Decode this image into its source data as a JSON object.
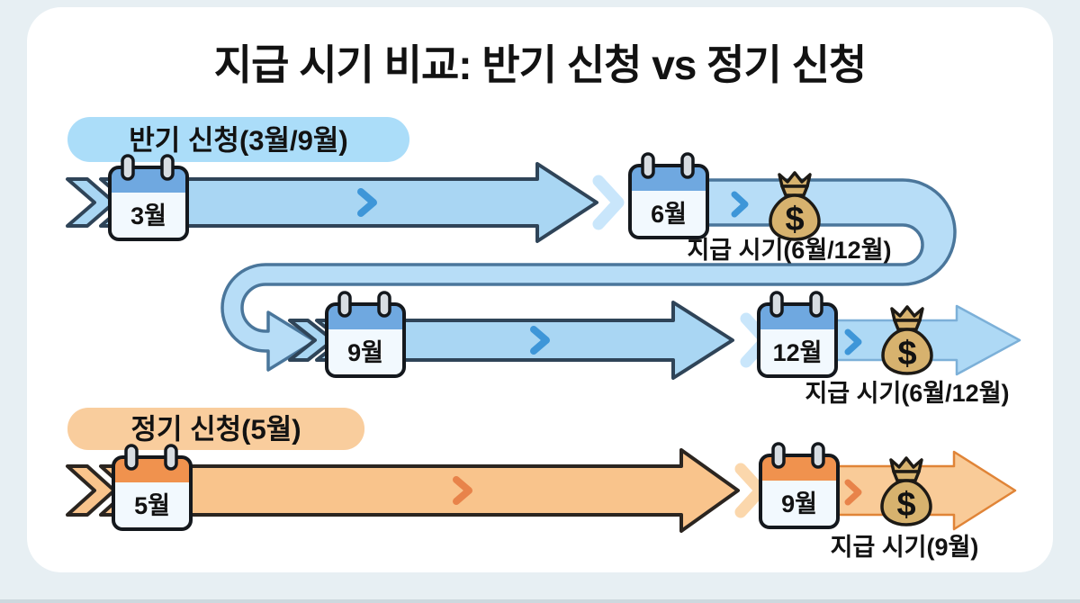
{
  "title": "지급 시기 비교: 반기 신청 vs 정기 신청",
  "semiannual": {
    "badge": "반기 신청(3월/9월)",
    "first_cycle": {
      "apply_month": "3월",
      "payout_month": "6월",
      "payout_label": "지급 시기(6월/12월)"
    },
    "second_cycle": {
      "apply_month": "9월",
      "payout_month": "12월",
      "payout_label": "지급 시기(6월/12월)"
    }
  },
  "regular": {
    "badge": "정기 신청(5월)",
    "cycle": {
      "apply_month": "5월",
      "payout_month": "9월",
      "payout_label": "지급 시기(9월)"
    }
  },
  "money_bag": {
    "symbol": "$"
  },
  "colors": {
    "page_bg": "#E7EFF3",
    "card_bg": "#FFFFFF",
    "text": "#121212",
    "blue_band": "#A9D6F3",
    "blue_band_outline": "#2F4458",
    "blue_connector": "#B7DDF7",
    "blue_connector_outline": "#4A769B",
    "blue_chevron": "#3E96D8",
    "blue_light_chevron": "#C9E6FB",
    "blue_badge": "#ABDDF9",
    "blue_calendar_header": "#6FA8E0",
    "orange_band": "#F9C48C",
    "orange_band_outline": "#2B2520",
    "orange_chevron": "#E8834A",
    "orange_light_chevron": "#FBD7AC",
    "orange_badge": "#F9CD9D",
    "orange_calendar_header": "#F0924E",
    "money_bag_fill": "#D7B26E"
  }
}
